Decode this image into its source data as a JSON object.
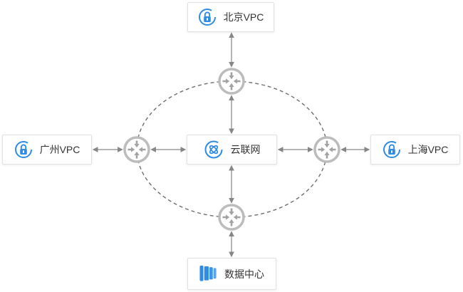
{
  "diagram": {
    "type": "network-topology",
    "nodes": {
      "beijing": {
        "label": "北京VPC",
        "icon": "vpc-lock-icon"
      },
      "guangzhou": {
        "label": "广州VPC",
        "icon": "vpc-lock-icon"
      },
      "shanghai": {
        "label": "上海VPC",
        "icon": "vpc-lock-icon"
      },
      "ccn": {
        "label": "云联网",
        "icon": "ccn-icon"
      },
      "datacenter": {
        "label": "数据中心",
        "icon": "datacenter-icon"
      }
    },
    "routers": [
      {
        "id": "router-top",
        "icon": "router-icon"
      },
      {
        "id": "router-left",
        "icon": "router-icon"
      },
      {
        "id": "router-right",
        "icon": "router-icon"
      },
      {
        "id": "router-bottom",
        "icon": "router-icon"
      }
    ],
    "edges": [
      {
        "from": "北京VPC",
        "to": "router-top",
        "direction": "both"
      },
      {
        "from": "router-top",
        "to": "云联网",
        "direction": "both"
      },
      {
        "from": "广州VPC",
        "to": "router-left",
        "direction": "both"
      },
      {
        "from": "router-left",
        "to": "云联网",
        "direction": "both"
      },
      {
        "from": "云联网",
        "to": "router-right",
        "direction": "both"
      },
      {
        "from": "router-right",
        "to": "上海VPC",
        "direction": "both"
      },
      {
        "from": "云联网",
        "to": "router-bottom",
        "direction": "both"
      },
      {
        "from": "router-bottom",
        "to": "数据中心",
        "direction": "both"
      }
    ],
    "ring": {
      "style": "dashed-ellipse",
      "connects": [
        "router-top",
        "router-right",
        "router-bottom",
        "router-left"
      ]
    },
    "colors": {
      "accent_blue": "#2E8BE6",
      "node_text": "#333333",
      "connector_gray": "#868686",
      "router_circle_gray": "#BCBCBC",
      "router_arrow_gray": "#A2A2A2",
      "ellipse_dash_gray": "#6E6E6E",
      "node_border": "#E1E1E1",
      "background": "#FFFFFF"
    }
  }
}
